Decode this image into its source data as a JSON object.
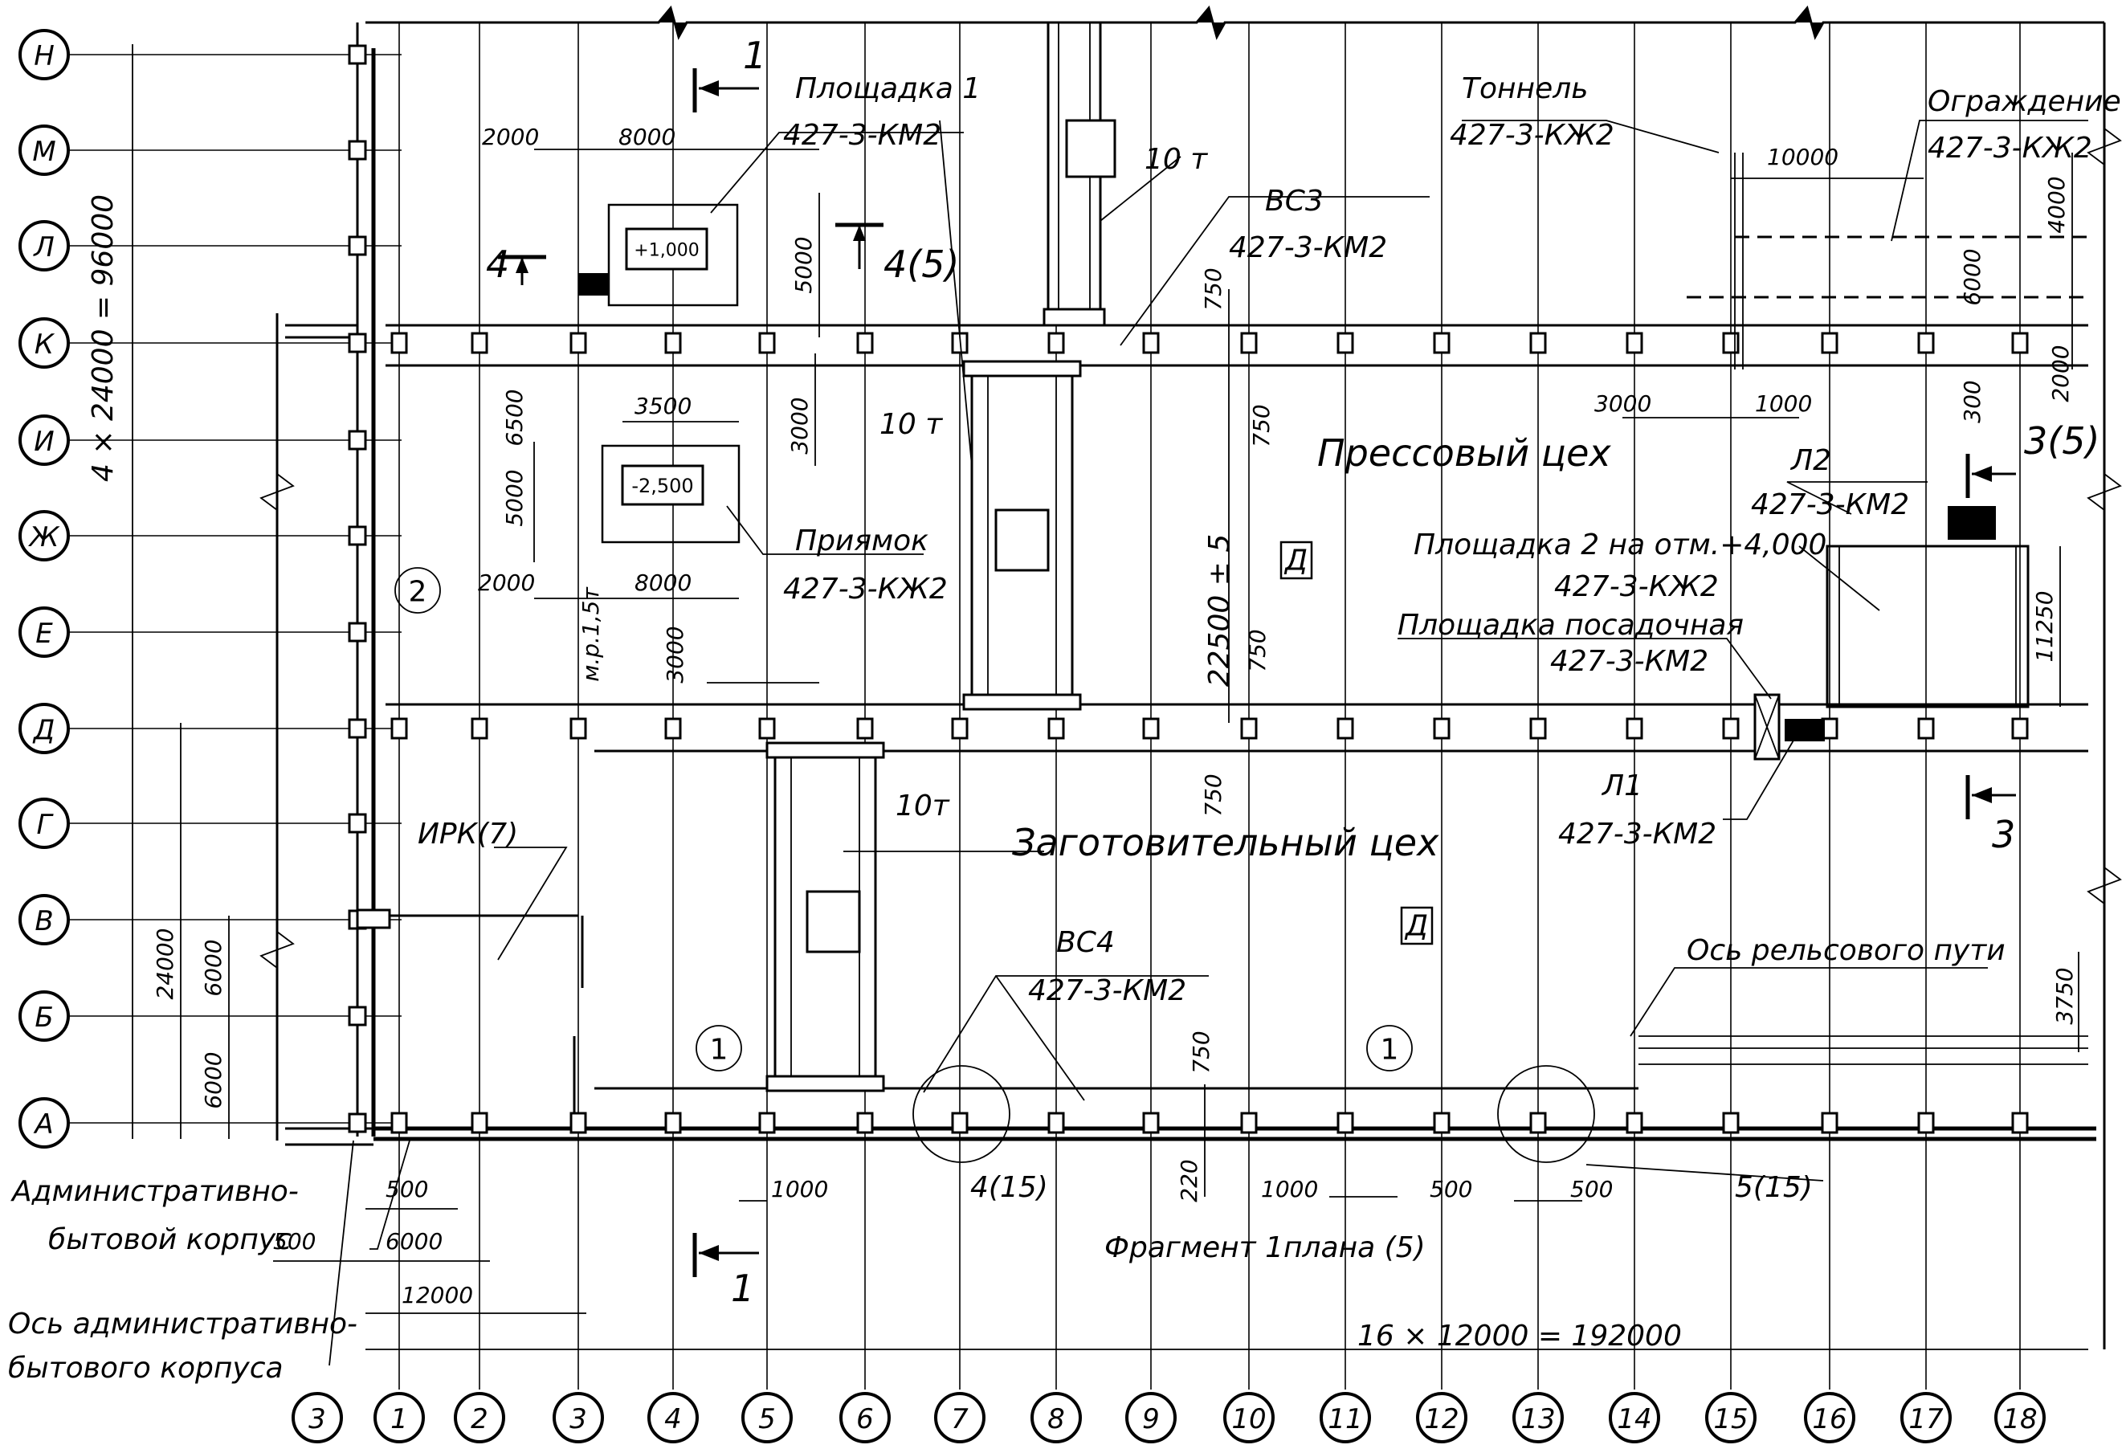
{
  "row_axes": [
    "Н",
    "М",
    "Л",
    "К",
    "И",
    "Ж",
    "Е",
    "Д",
    "Г",
    "В",
    "Б",
    "А"
  ],
  "col_axes": [
    "1",
    "2",
    "3",
    "4",
    "5",
    "6",
    "7",
    "8",
    "9",
    "10",
    "11",
    "12",
    "13",
    "14",
    "15",
    "16",
    "17",
    "18"
  ],
  "admin_axis_label": "3",
  "labels": {
    "press_shop": "Прессовый цех",
    "blank_shop": "Заготовительный цех",
    "cat_d_1": "Д",
    "cat_d_2": "Д",
    "platform1": "Площадка 1",
    "platform1_ref": "427-3-КМ2",
    "platform1_level": "+1,000",
    "pit": "Приямок",
    "pit_ref": "427-3-КЖ2",
    "pit_level": "-2,500",
    "tunnel": "Тоннель",
    "tunnel_ref": "427-3-КЖ2",
    "fence": "Ограждение",
    "fence_ref": "427-3-КЖ2",
    "vs3": "ВС3",
    "vs3_ref": "427-3-КМ2",
    "vs4": "ВС4",
    "vs4_ref": "427-3-КМ2",
    "l2": "Л2",
    "l2_ref": "427-3-КМ2",
    "l1": "Л1",
    "l1_ref": "427-3-КМ2",
    "platform2": "Площадка 2 на отм.+4,000",
    "platform2_ref": "427-3-КЖ2",
    "landing": "Площадка посадочная",
    "landing_ref": "427-3-КМ2",
    "irk": "ИРК(7)",
    "rail_axis": "Ось рельсового пути",
    "admin_bldg_1": "Административно-",
    "admin_bldg_2": "бытовой корпус",
    "admin_axis_1": "Ось административно-",
    "admin_axis_2": "бытового корпуса",
    "fragment": "Фрагмент 1плана (5)",
    "crane_10t_a": "10 т",
    "crane_10t_b": "10 т",
    "crane_10t_c": "10т",
    "hoist": "м.р.1,5т",
    "circle_2": "2",
    "circle_1a": "1",
    "circle_1b": "1",
    "node_4": "4(15)",
    "node_5": "5(15)"
  },
  "sections": {
    "s1_top": "1",
    "s1_bottom": "1",
    "s3_top": "3(5)",
    "s3_bottom": "3",
    "s4_left": "4",
    "s4_right": "4(5)"
  },
  "dims": {
    "total_height": "4 × 24000 = 96000",
    "total_length": "16 × 12000 = 192000",
    "span_k_d": "22500 ± 5",
    "d_24000": "24000",
    "d_6000a": "6000",
    "d_6000b": "6000",
    "p1_2000": "2000",
    "p1_8000": "8000",
    "p1_5000": "5000",
    "pit_3500": "3500",
    "pit_6500": "6500",
    "pit_5000": "5000",
    "pit_2000": "2000",
    "pit_8000": "8000",
    "d_3000a": "3000",
    "d_3000b": "3000",
    "d_750a": "750",
    "d_750b": "750",
    "d_750c": "750",
    "d_750d": "750",
    "d_750e": "750",
    "t_10000": "10000",
    "t_4000": "4000",
    "t_6000": "6000",
    "t_3000": "3000",
    "t_1000": "1000",
    "t_300": "300",
    "t_2000": "2000",
    "p2_11250": "11250",
    "r_3750": "3750",
    "b_500a": "500",
    "b_500b": "500",
    "b_6000": "6000",
    "b_12000": "12000",
    "b_1000a": "1000",
    "b_1000b": "1000",
    "b_220": "220",
    "b_500c": "500",
    "b_500d": "500"
  }
}
